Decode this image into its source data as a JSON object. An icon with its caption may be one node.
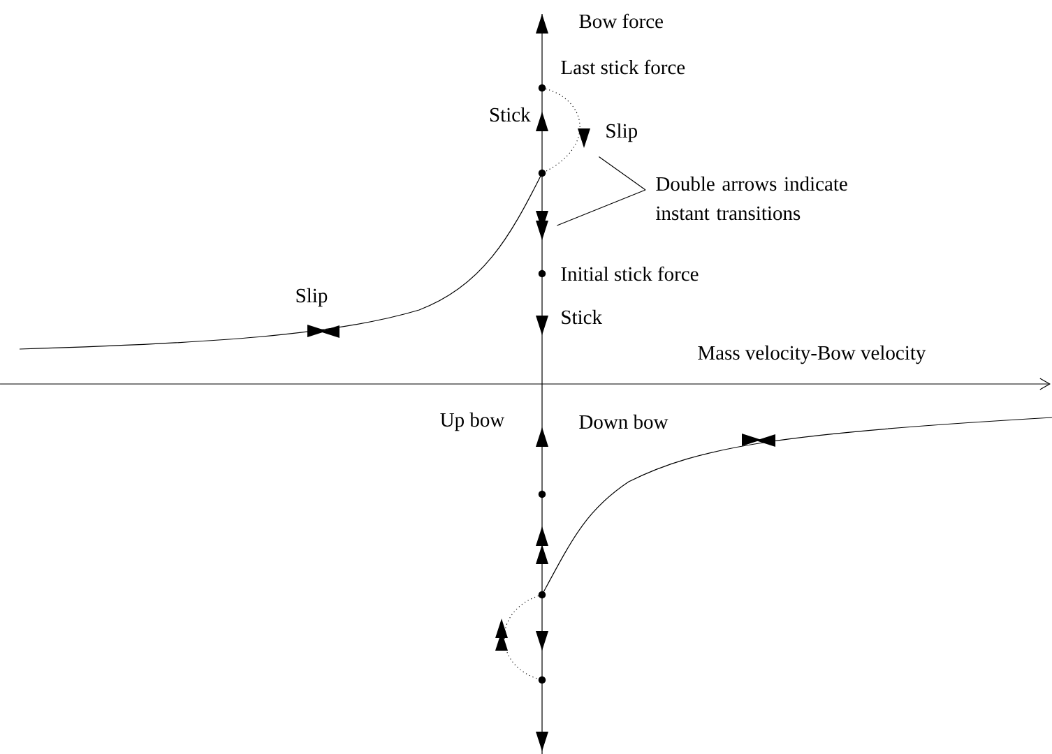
{
  "diagram": {
    "nodes": [
      {
        "text": [
          "Double arrows indicate instant transitions"
        ]
      },
      {
        "text": [],
        "shape": "arrow"
      },
      {
        "text": [],
        "shape": "arrow"
      }
    ],
    "edges": [
      {
        "from": 0,
        "to": 1,
        "arrow": "none"
      },
      {
        "from": 0,
        "to": 2,
        "arrow": "none"
      }
    ],
    "labels": [
      "Bow force",
      "Last stick force",
      "Stick",
      "Slip",
      "Initial stick force",
      "Stick",
      "Slip",
      "Mass velocity-Bow velocity",
      "Up bow",
      "Down bow"
    ]
  }
}
